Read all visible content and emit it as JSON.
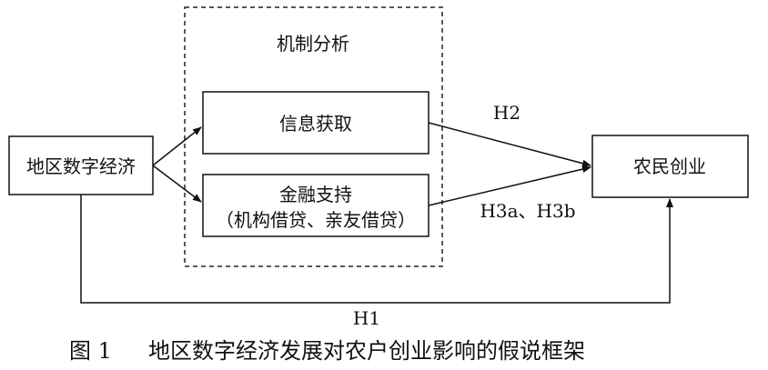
{
  "diagram": {
    "left_box": {
      "label": "地区数字经济"
    },
    "mechanism": {
      "title": "机制分析",
      "info_box": {
        "label": "信息获取"
      },
      "finance_box": {
        "line1": "金融支持",
        "line2": "（机构借贷、亲友借贷）"
      }
    },
    "right_box": {
      "label": "农民创业"
    },
    "edges": {
      "h2": "H2",
      "h3": "H3a、H3b",
      "h1": "H1"
    }
  },
  "caption": {
    "number": "图 1",
    "text": "地区数字经济发展对农户创业影响的假说框架"
  }
}
